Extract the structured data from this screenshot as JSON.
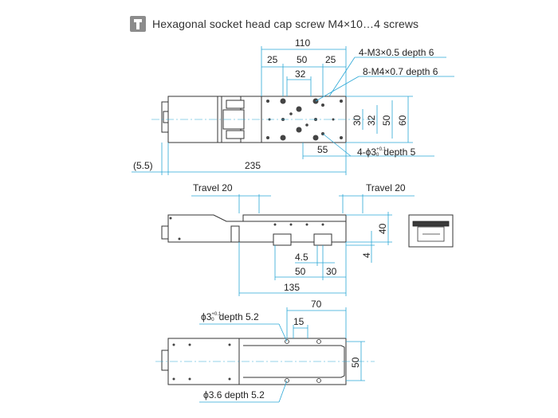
{
  "header": {
    "title": "Hexagonal socket head cap screw M4×10…4 screws",
    "icon": "screw-icon"
  },
  "top_view": {
    "dim_110": "110",
    "dim_25a": "25",
    "dim_50": "50",
    "dim_25b": "25",
    "dim_32top": "32",
    "note_m3": "4-M3×0.5 depth 6",
    "note_m4": "8-M4×0.7 depth 6",
    "dim_30": "30",
    "dim_32": "32",
    "dim_50v": "50",
    "dim_60": "60",
    "dim_55": "55",
    "note_phi3": "4-ϕ3",
    "note_phi3_tol_upper": "+0.1",
    "note_phi3_tol_lower": "0",
    "note_phi3_depth": "depth 5",
    "dim_5_5": "(5.5)",
    "dim_235": "235"
  },
  "side_view": {
    "travel_left": "Travel 20",
    "travel_right": "Travel 20",
    "dim_40": "40",
    "dim_4": "4",
    "dim_4_5": "4.5",
    "dim_50": "50",
    "dim_30": "30",
    "dim_135": "135"
  },
  "bottom_view": {
    "dim_70": "70",
    "note_phi3": "ϕ3",
    "note_phi3_tol_upper": "+0.1",
    "note_phi3_tol_lower": "0",
    "note_phi3_depth": "depth 5.2",
    "dim_15": "15",
    "dim_50": "50",
    "note_phi36": "ϕ3.6 depth 5.2"
  }
}
